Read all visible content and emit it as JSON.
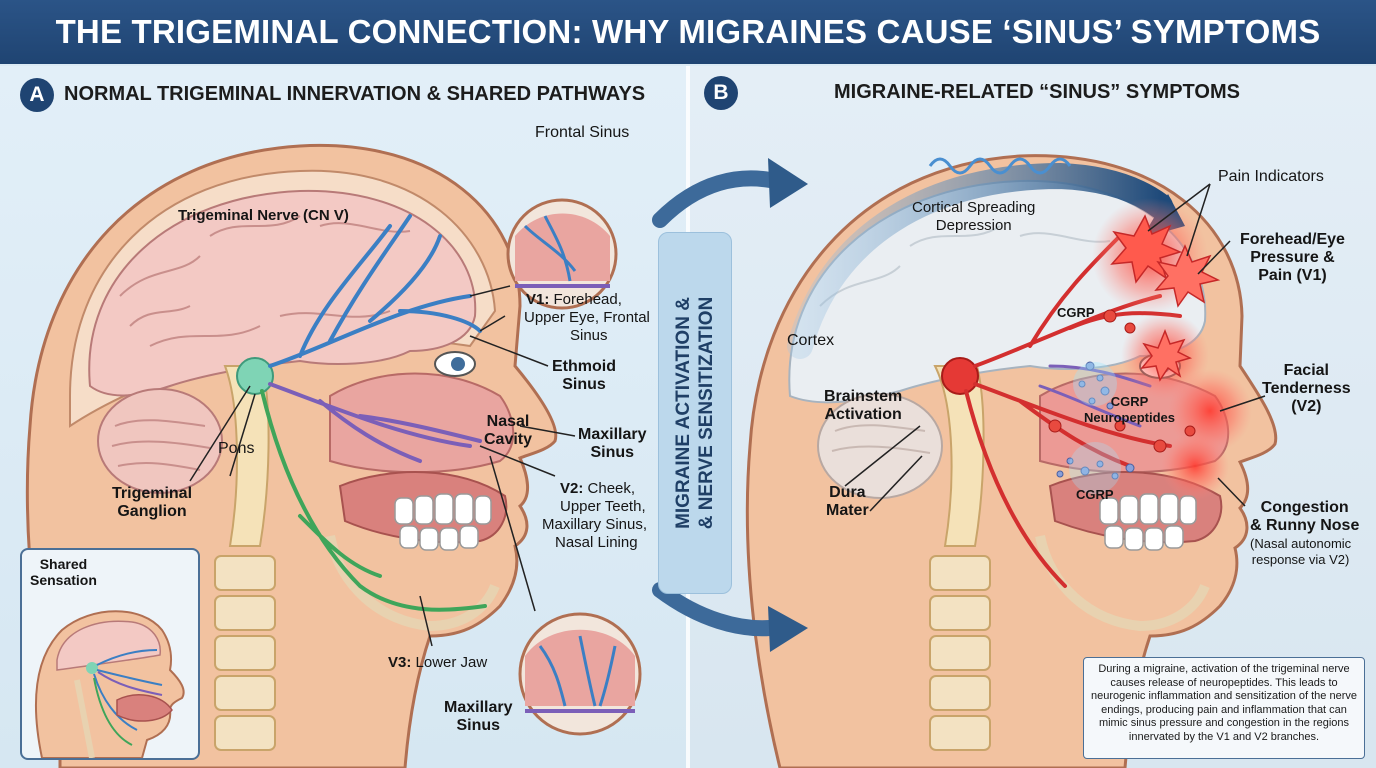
{
  "title": "THE TRIGEMINAL CONNECTION: WHY MIGRAINES CAUSE ‘SINUS’ SYMPTOMS",
  "panel_a": {
    "letter": "A",
    "heading": "NORMAL TRIGEMINAL INNERVATION & SHARED PATHWAYS",
    "labels": {
      "trigeminal_nerve": "Trigeminal Nerve (CN V)",
      "frontal_sinus": "Frontal Sinus",
      "v1_prefix": "V1:",
      "v1_line1": "Forehead,",
      "v1_line2": "Upper Eye, Frontal",
      "v1_line3": "Sinus",
      "ethmoid_line1": "Ethmoid",
      "ethmoid_line2": "Sinus",
      "nasal_line1": "Nasal",
      "nasal_line2": "Cavity",
      "maxillary_line1": "Maxillary",
      "maxillary_line2": "Sinus",
      "pons": "Pons",
      "ganglion_line1": "Trigeminal",
      "ganglion_line2": "Ganglion",
      "v2_prefix": "V2:",
      "v2_line1": "Cheek,",
      "v2_line2": "Upper Teeth,",
      "v2_line3": "Maxillary Sinus,",
      "v2_line4": "Nasal Lining",
      "v3_prefix": "V3:",
      "v3_text": "Lower Jaw",
      "maxillary_bottom_line1": "Maxillary",
      "maxillary_bottom_line2": "Sinus",
      "inset_line1": "Shared",
      "inset_line2": "Sensation"
    }
  },
  "center_banner": {
    "line1": "MIGRAINE ACTIVATION &",
    "line2": "& NERVE SENSITIZATION"
  },
  "panel_b": {
    "letter": "B",
    "heading": "MIGRAINE-RELATED “SINUS” SYMPTOMS",
    "labels": {
      "csd_line1": "Cortical Spreading",
      "csd_line2": "Depression",
      "pain_indicators": "Pain Indicators",
      "forehead_line1": "Forehead/Eye",
      "forehead_line2": "Pressure &",
      "forehead_line3": "Pain (V1)",
      "cortex": "Cortex",
      "cgrp_top": "CGRP",
      "cgrp_mid": "CGRP",
      "neuropeptides": "Neuropeptides",
      "cgrp_bottom": "CGRP",
      "brainstem_line1": "Brainstem",
      "brainstem_line2": "Activation",
      "facial_line1": "Facial",
      "facial_line2": "Tenderness",
      "facial_line3": "(V2)",
      "dura_line1": "Dura",
      "dura_line2": "Mater",
      "congestion_line1": "Congestion",
      "congestion_line2": "& Runny Nose",
      "autonomic_line1": "(Nasal autonomic",
      "autonomic_line2": "response via V2)"
    },
    "summary": "During a migraine, activation of the trigeminal nerve causes release of neuropeptides. This leads to neurogenic inflammation and sensitization of the nerve endings, producing pain and inflammation that can mimic sinus pressure and congestion in the regions innervated by the V1 and V2 branches."
  },
  "colors": {
    "title_bg": "#1f4472",
    "nerve_v1": "#3b7fc4",
    "nerve_v2": "#7b5fb8",
    "nerve_v3": "#3fa55a",
    "skin": "#f2c2a0",
    "brain": "#f3c9c4",
    "pain_red": "#e53935"
  }
}
